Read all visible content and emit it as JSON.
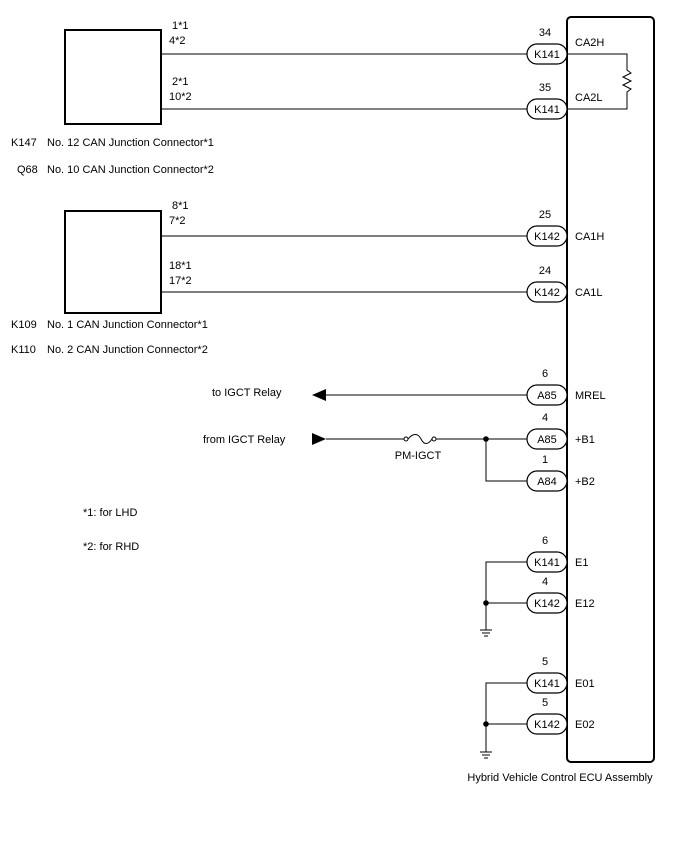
{
  "ecu": {
    "label": "Hybrid Vehicle Control ECU Assembly"
  },
  "upper_connectors": {
    "k147": {
      "code": "K147",
      "name": "No. 12 CAN Junction Connector*1"
    },
    "q68": {
      "code": "Q68",
      "name": "No. 10 CAN Junction Connector*2"
    },
    "pin_top_a": "1*1",
    "pin_top_b": "4*2",
    "pin_bot_a": "2*1",
    "pin_bot_b": "10*2"
  },
  "lower_connectors": {
    "k109": {
      "code": "K109",
      "name": "No. 1 CAN Junction Connector*1"
    },
    "k110": {
      "code": "K110",
      "name": "No. 2 CAN Junction Connector*2"
    },
    "pin_top_a": "8*1",
    "pin_top_b": "7*2",
    "pin_bot_a": "18*1",
    "pin_bot_b": "17*2"
  },
  "terminals": [
    {
      "pin": "34",
      "connector": "K141",
      "signal": "CA2H"
    },
    {
      "pin": "35",
      "connector": "K141",
      "signal": "CA2L"
    },
    {
      "pin": "25",
      "connector": "K142",
      "signal": "CA1H"
    },
    {
      "pin": "24",
      "connector": "K142",
      "signal": "CA1L"
    },
    {
      "pin": "6",
      "connector": "A85",
      "signal": "MREL"
    },
    {
      "pin": "4",
      "connector": "A85",
      "signal": "+B1"
    },
    {
      "pin": "1",
      "connector": "A84",
      "signal": "+B2"
    },
    {
      "pin": "6",
      "connector": "K141",
      "signal": "E1"
    },
    {
      "pin": "4",
      "connector": "K142",
      "signal": "E12"
    },
    {
      "pin": "5",
      "connector": "K141",
      "signal": "E01"
    },
    {
      "pin": "5",
      "connector": "K142",
      "signal": "E02"
    }
  ],
  "relay": {
    "to_label": "to IGCT Relay",
    "from_label": "from IGCT Relay",
    "fuse": "PM-IGCT"
  },
  "notes": {
    "note1": "*1: for LHD",
    "note2": "*2: for RHD"
  }
}
